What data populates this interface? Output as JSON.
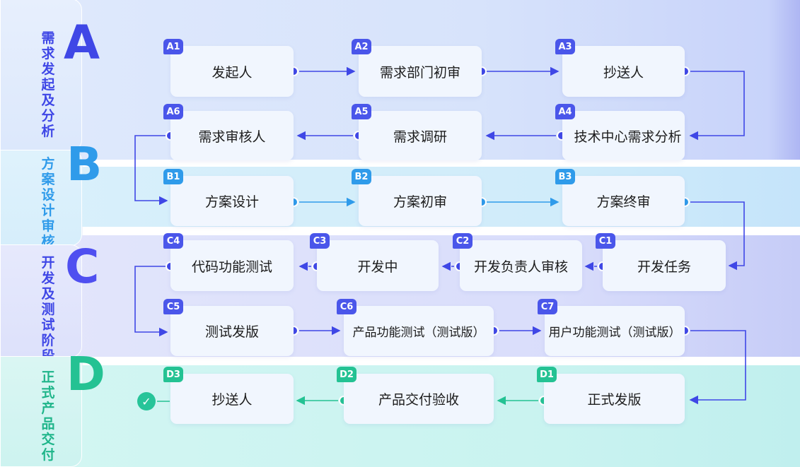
{
  "colors": {
    "primary": "#3f47e6",
    "design": "#2f9bea",
    "delivery": "#24c293"
  },
  "stages": {
    "a": {
      "letter": "A",
      "label": "需求发起及分析"
    },
    "b": {
      "letter": "B",
      "label": "方案设计审核"
    },
    "c": {
      "letter": "C",
      "label": "开发及测试阶段"
    },
    "d": {
      "letter": "D",
      "label": "正式产品交付"
    }
  },
  "nodes": {
    "a1": {
      "code": "A1",
      "label": "发起人"
    },
    "a2": {
      "code": "A2",
      "label": "需求部门初审"
    },
    "a3": {
      "code": "A3",
      "label": "抄送人"
    },
    "a4": {
      "code": "A4",
      "label": "技术中心需求分析"
    },
    "a5": {
      "code": "A5",
      "label": "需求调研"
    },
    "a6": {
      "code": "A6",
      "label": "需求审核人"
    },
    "b1": {
      "code": "B1",
      "label": "方案设计"
    },
    "b2": {
      "code": "B2",
      "label": "方案初审"
    },
    "b3": {
      "code": "B3",
      "label": "方案终审"
    },
    "c1": {
      "code": "C1",
      "label": "开发任务"
    },
    "c2": {
      "code": "C2",
      "label": "开发负责人审核"
    },
    "c3": {
      "code": "C3",
      "label": "开发中"
    },
    "c4": {
      "code": "C4",
      "label": "代码功能测试"
    },
    "c5": {
      "code": "C5",
      "label": "测试发版"
    },
    "c6": {
      "code": "C6",
      "label": "产品功能测试（测试版）"
    },
    "c7": {
      "code": "C7",
      "label": "用户功能测试（测试版）"
    },
    "d1": {
      "code": "D1",
      "label": "正式发版"
    },
    "d2": {
      "code": "D2",
      "label": "产品交付验收"
    },
    "d3": {
      "code": "D3",
      "label": "抄送人"
    }
  }
}
